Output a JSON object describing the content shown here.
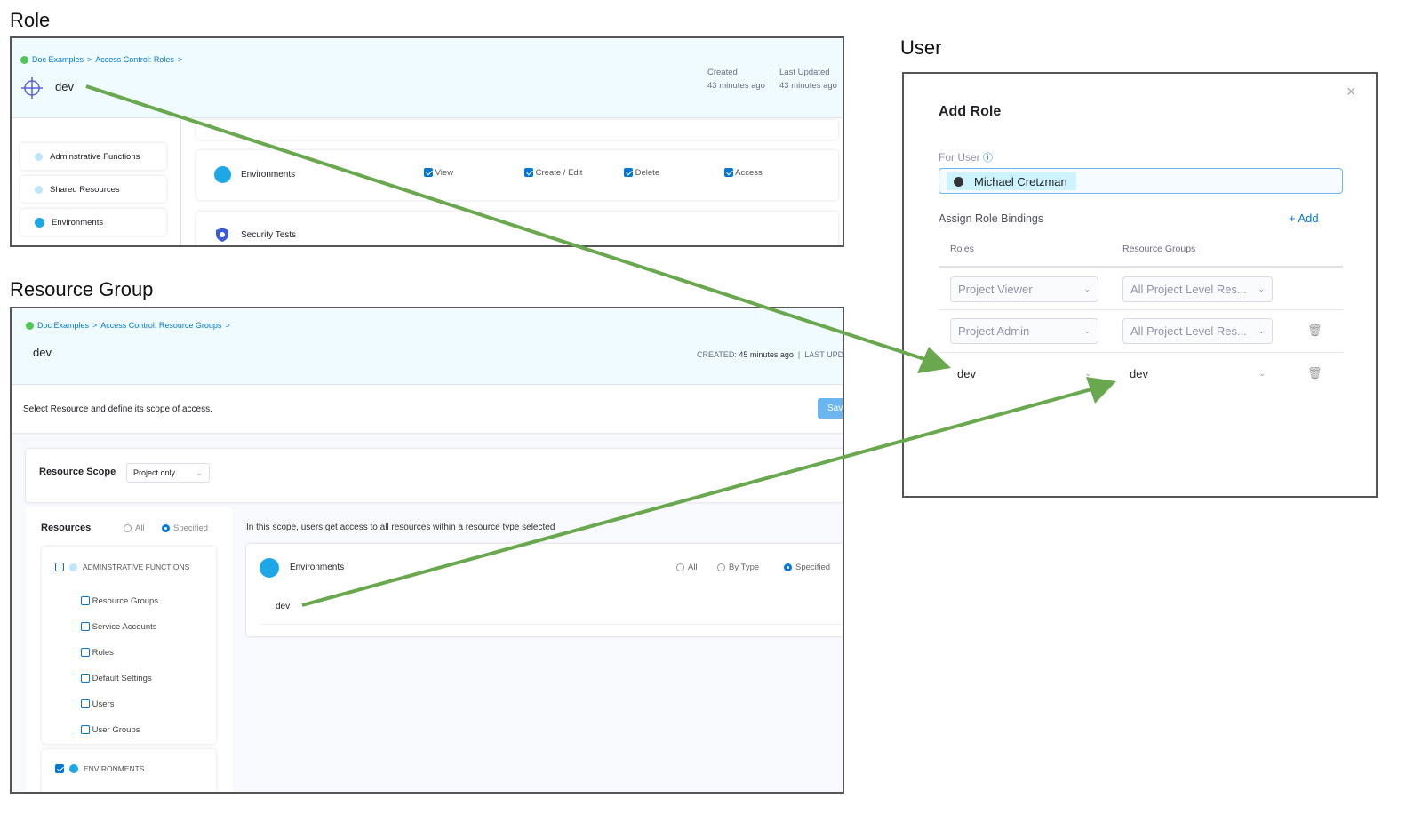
{
  "sections": {
    "role": "Role",
    "resource_group": "Resource Group",
    "user": "User"
  },
  "role_panel": {
    "breadcrumb": [
      "Doc Examples",
      "Access Control: Roles"
    ],
    "title": "dev",
    "created_label": "Created",
    "created_value": "43 minutes ago",
    "updated_label": "Last Updated",
    "updated_value": "43 minutes ago",
    "sidebar": [
      "Adminstrative Functions",
      "Shared Resources",
      "Environments"
    ],
    "env_row": {
      "label": "Environments",
      "perms": [
        "View",
        "Create / Edit",
        "Delete",
        "Access"
      ]
    },
    "security_row": "Security Tests"
  },
  "rg_panel": {
    "breadcrumb": [
      "Doc Examples",
      "Access Control: Resource Groups"
    ],
    "title": "dev",
    "created_label": "CREATED:",
    "created_value": "45 minutes ago",
    "last_label": "LAST UPD",
    "instructions": "Select Resource and define its scope of access.",
    "save": "Sav",
    "scope_label": "Resource Scope",
    "scope_value": "Project only",
    "resources_label": "Resources",
    "radio_all": "All",
    "radio_specified": "Specified",
    "admin_group": "ADMINSTRATIVE FUNCTIONS",
    "admin_items": [
      "Resource Groups",
      "Service Accounts",
      "Roles",
      "Default Settings",
      "Users",
      "User Groups"
    ],
    "env_group": "ENVIRONMENTS",
    "scope_note": "In this scope, users get access to all resources within a resource type selected",
    "env_card": {
      "label": "Environments",
      "opts": [
        "All",
        "By Type",
        "Specified"
      ],
      "item": "dev"
    }
  },
  "add_role": {
    "title": "Add Role",
    "for_user": "For User",
    "user": "Michael Cretzman",
    "assign": "Assign Role Bindings",
    "add": "+ Add",
    "col_roles": "Roles",
    "col_rg": "Resource Groups",
    "rows": [
      {
        "role": "Project Viewer",
        "rg": "All Project Level Res..."
      },
      {
        "role": "Project Admin",
        "rg": "All Project Level Res..."
      },
      {
        "role": "dev",
        "rg": "dev"
      }
    ]
  },
  "colors": {
    "arrow": "#6aa84f",
    "accent": "#0278d5",
    "header_bg": "#effbff"
  }
}
